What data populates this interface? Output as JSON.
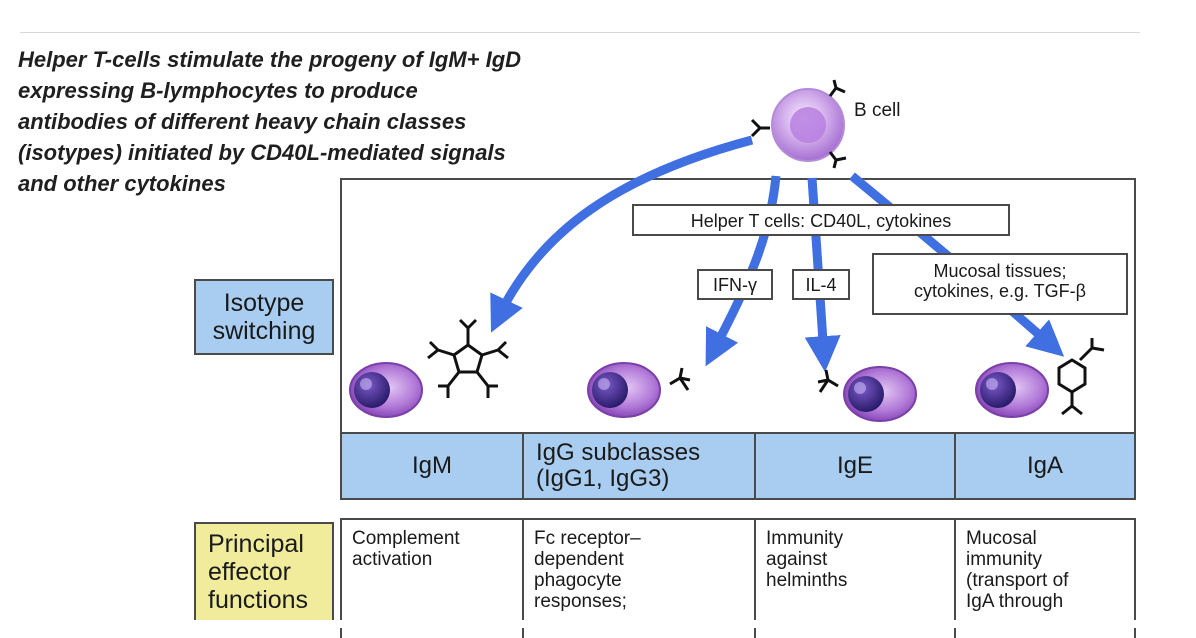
{
  "heading": {
    "lines": [
      "Helper T-cells stimulate the progeny of IgM+ IgD",
      "expressing B-lymphocytes to produce",
      "antibodies of different heavy chain classes",
      "(isotypes) initiated by CD40L-mediated signals",
      "and other cytokines"
    ]
  },
  "diagram": {
    "b_cell_label": "B cell",
    "helper_box": "Helper T cells: CD40L, cytokines",
    "ifn_box": "IFN-γ",
    "il4_box": "IL-4",
    "mucosal_box": [
      "Mucosal tissues;",
      "cytokines, e.g. TGF-β"
    ],
    "isotype_label": [
      "Isotype",
      "switching"
    ],
    "effector_label": [
      "Principal",
      "effector",
      "functions"
    ],
    "classes": [
      {
        "lines": [
          "IgM"
        ]
      },
      {
        "lines": [
          "IgG subclasses",
          "(IgG1, IgG3)"
        ]
      },
      {
        "lines": [
          "IgE"
        ]
      },
      {
        "lines": [
          "IgA"
        ]
      }
    ],
    "functions": [
      [
        "Complement",
        "activation"
      ],
      [
        "Fc receptor–",
        "dependent",
        "phagocyte",
        "responses;"
      ],
      [
        "Immunity",
        "against",
        "helminths"
      ],
      [
        "Mucosal",
        "immunity",
        "(transport of",
        "IgA through"
      ]
    ],
    "colors": {
      "arrow": "#3f6fe0",
      "isotype_fill": "#a8cdf0",
      "effector_fill": "#f0ec9c",
      "cell_purple": "#9b59c9"
    }
  }
}
